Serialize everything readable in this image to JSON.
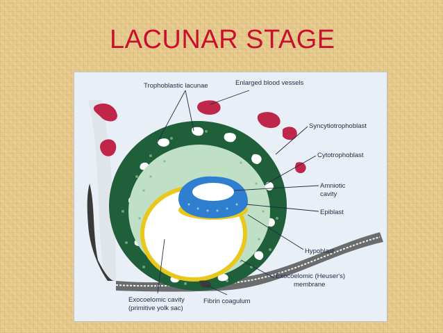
{
  "slide": {
    "title": "LACUNAR STAGE"
  },
  "diagram": {
    "labels": {
      "trophoblastic_lacunae": "Trophoblastic lacunae",
      "enlarged_blood_vessels": "Enlarged blood vessels",
      "syncytiotrophoblast": "Syncytiotrophoblast",
      "cytotrophoblast": "Cytotrophoblast",
      "amniotic_cavity_line1": "Amniotic",
      "amniotic_cavity_line2": "cavity",
      "epiblast": "Epiblast",
      "hypoblast": "Hypoblast",
      "exocoelomic_membrane_line1": "Exocoelomic (Heuser's)",
      "exocoelomic_membrane_line2": "membrane",
      "fibrin_coagulum": "Fibrin coagulum",
      "exocoelomic_cavity_line1": "Exocoelomic cavity",
      "exocoelomic_cavity_line2": "(primitive yolk sac)"
    },
    "colors": {
      "background": "#e6c98c",
      "title": "#c8102e",
      "figure_background": "#e9eff7",
      "syncytiotrophoblast": "#1f5f3a",
      "cytotrophoblast": "#bfe0c4",
      "blood_vessels": "#c0264a",
      "epiblast": "#2f7fd0",
      "hypoblast": "#e8c81a",
      "endometrium_epithelium": "#3a3a3a"
    }
  }
}
